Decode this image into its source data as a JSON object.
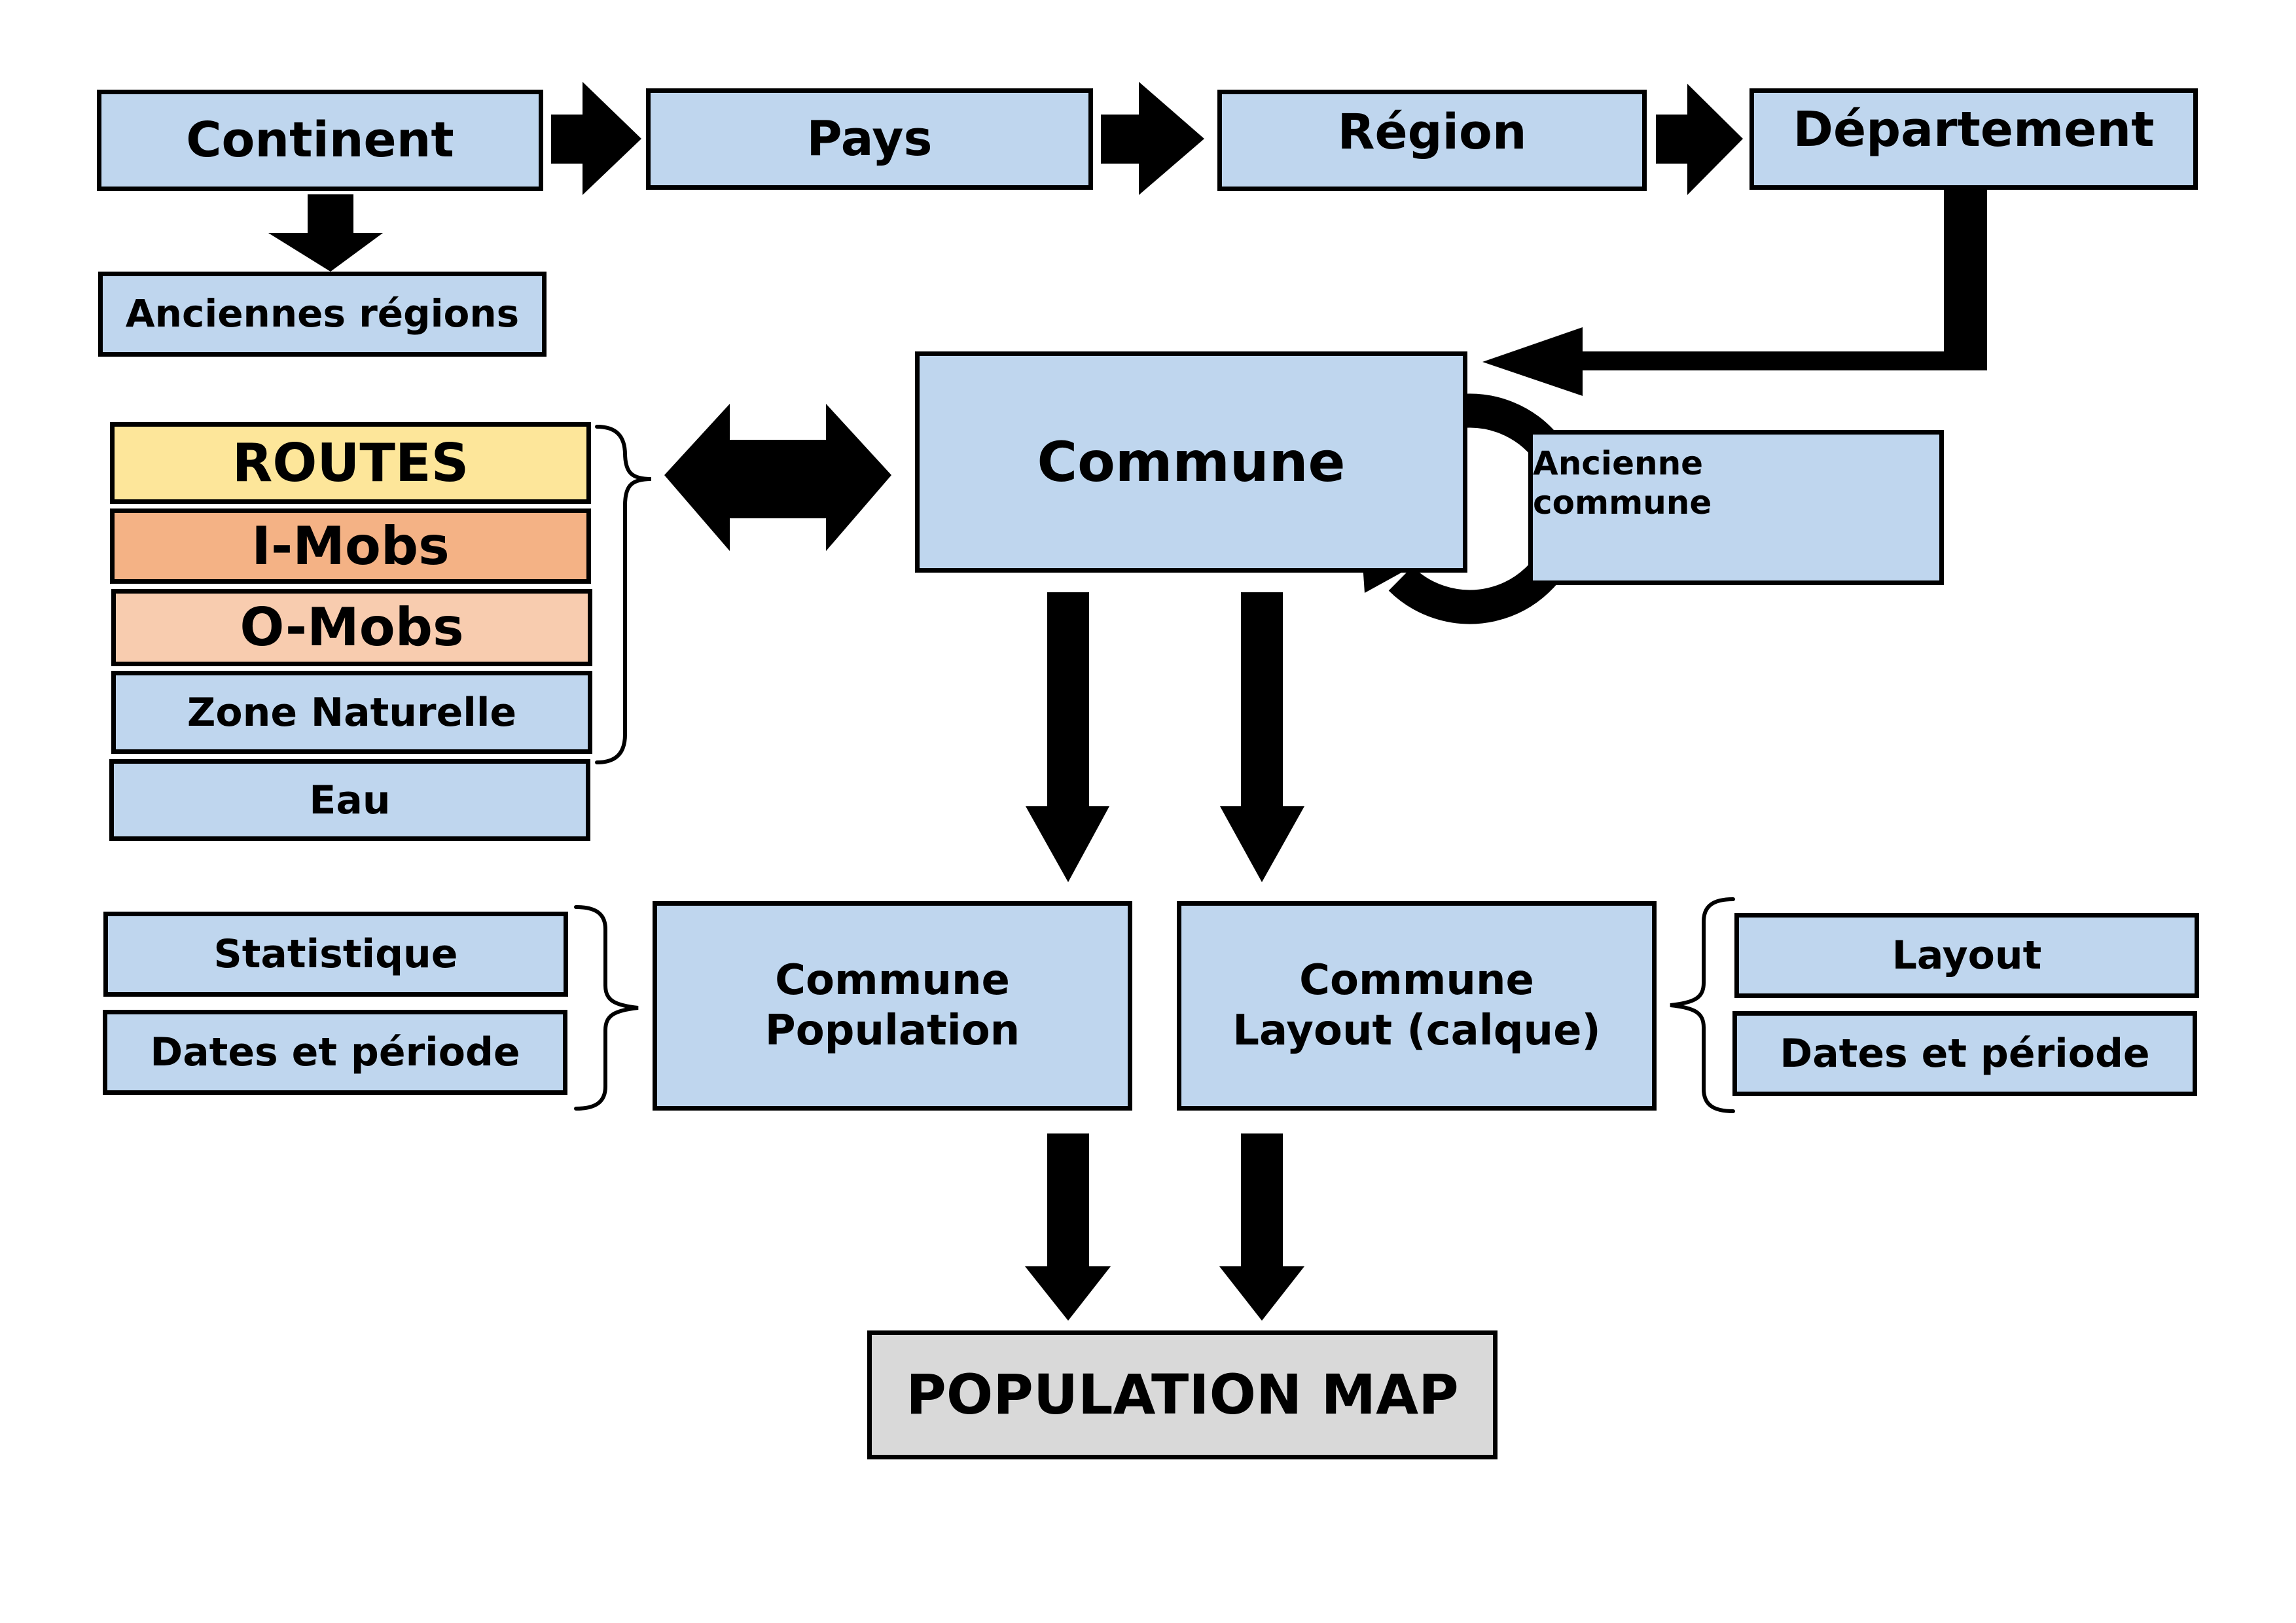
{
  "colors": {
    "box_fill": "#bfd6ee",
    "routes_fill": "#fde69a",
    "imobs_fill": "#f4b285",
    "omobs_fill": "#f8ccaf",
    "map_fill": "#d9d9d9",
    "ink": "#000000"
  },
  "hierarchy": {
    "continent": "Continent",
    "pays": "Pays",
    "region": "Région",
    "departement": "Département",
    "anciennes_regions": "Anciennes régions"
  },
  "commune": {
    "label": "Commune",
    "ancienne_line1": "Ancienne",
    "ancienne_line2": "commune"
  },
  "layers": {
    "routes": "ROUTES",
    "imobs": "I-Mobs",
    "omobs": "O-Mobs",
    "zone_naturelle": "Zone Naturelle",
    "eau": "Eau"
  },
  "population": {
    "statistique": "Statistique",
    "dates_periode": "Dates et période",
    "line1": "Commune",
    "line2": "Population"
  },
  "layout": {
    "line1": "Commune",
    "line2": "Layout (calque)",
    "layout_label": "Layout",
    "dates_periode": "Dates et période"
  },
  "output": {
    "label": "POPULATION MAP"
  }
}
